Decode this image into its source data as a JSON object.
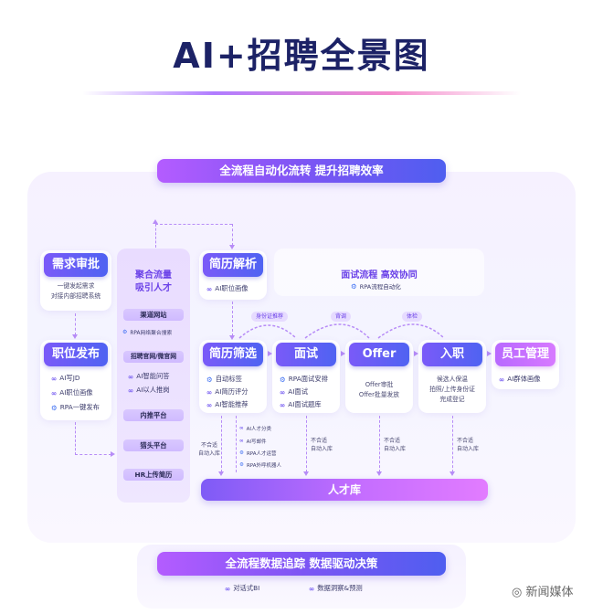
{
  "title": "AI+招聘全景图",
  "banner_top": "全流程自动化流转 提升招聘效率",
  "banner_talent": "人才库",
  "banner_bottom": "全流程数据追踪 数据驱动决策",
  "bottom_features": [
    "对话式BI",
    "数据洞察&预测"
  ],
  "demand": {
    "title": "需求审批",
    "desc": [
      "一键发起需求",
      "对接内部招聘系统"
    ]
  },
  "post": {
    "title": "职位发布",
    "items": [
      "AI写JD",
      "AI职位画像",
      "RPA一键发布"
    ]
  },
  "aggregate": {
    "title": [
      "聚合流量",
      "吸引人才"
    ],
    "channels": [
      "渠道网站",
      "招聘官网/微官网",
      "内推平台",
      "猎头平台",
      "HR上传简历"
    ],
    "channel_sub": "RPA网络聚合搜索",
    "official_items": [
      "AI智能问答",
      "AI以人推岗"
    ]
  },
  "parse": {
    "title": "简历解析",
    "item": "AI职位画像"
  },
  "interview_flow": {
    "title": "面试流程 高效协同",
    "item": "RPA流程自动化"
  },
  "pills": [
    "身份证推荐",
    "背调",
    "体检"
  ],
  "screen": {
    "title": "简历筛选",
    "items": [
      "自动标签",
      "AI简历评分",
      "AI智能推荐"
    ]
  },
  "interview": {
    "title": "面试",
    "items": [
      "RPA面试安排",
      "AI面试",
      "AI面试题库"
    ]
  },
  "offer": {
    "title": "Offer",
    "desc": [
      "Offer审批",
      "Offer批量发放"
    ]
  },
  "onboard": {
    "title": "入职",
    "desc": [
      "候选人保温",
      "拍照/上传身份证",
      "完成登记"
    ]
  },
  "staff": {
    "title": "员工管理",
    "item": "AI群体画像"
  },
  "screen_sub_items": [
    "AI人才分类",
    "AI写邮件",
    "RPA人才运营",
    "RPA外呼机器人"
  ],
  "reject_label": [
    "不合适",
    "自动入库"
  ],
  "watermark": "新闻媒体",
  "colors": {
    "title": "#1c2266",
    "accent_purple": "#7a5af8",
    "accent_blue": "#4f63f2",
    "accent_pink": "#d77aff"
  }
}
